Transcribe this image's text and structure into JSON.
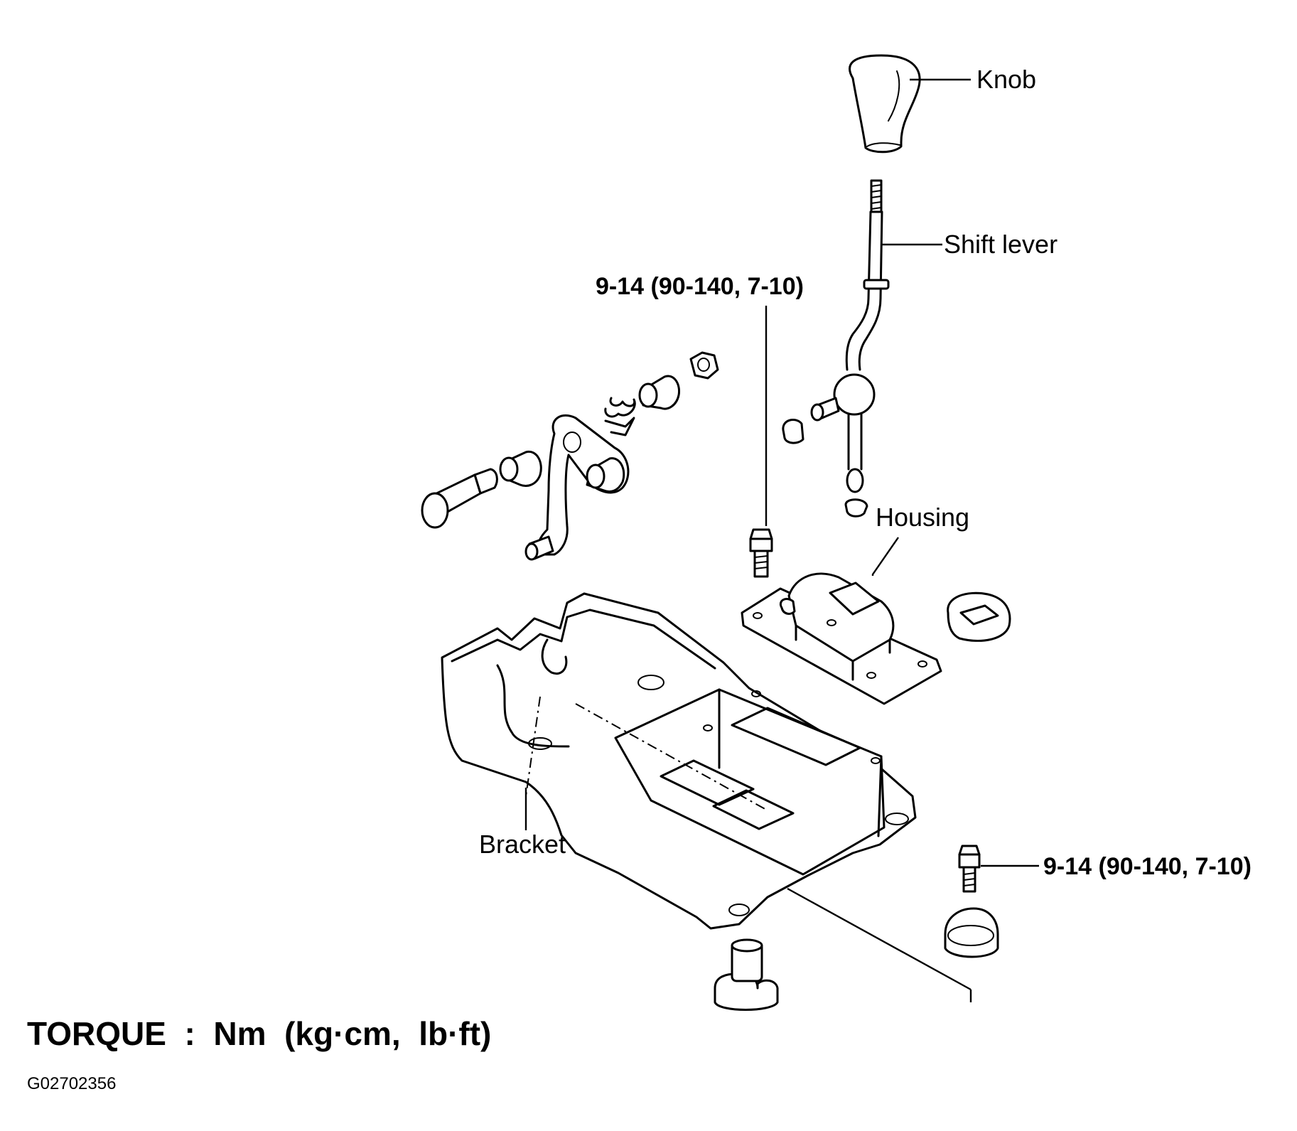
{
  "labels": {
    "knob": "Knob",
    "shift_lever": "Shift lever",
    "housing": "Housing",
    "bracket": "Bracket",
    "torque_upper": "9-14 (90-140, 7-10)",
    "torque_lower": "9-14 (90-140, 7-10)"
  },
  "legend": {
    "torque_units": "TORQUE  :  Nm  (kg·cm,  lb·ft)"
  },
  "figure_id": "G02702356"
}
